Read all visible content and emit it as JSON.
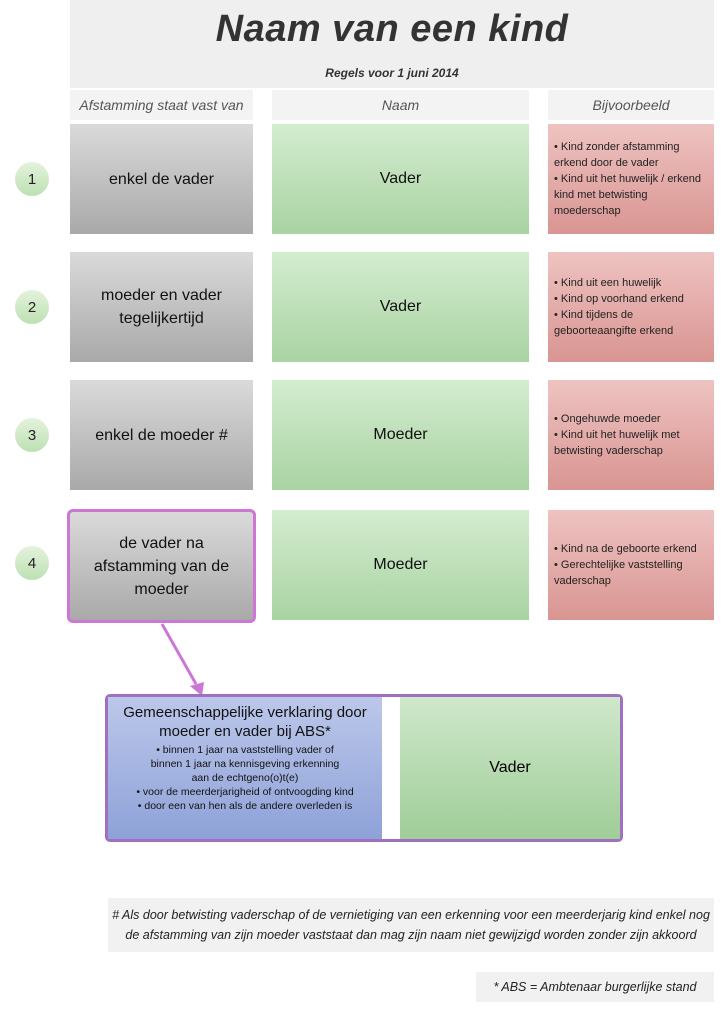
{
  "title": "Naam van een kind",
  "subtitle": "Regels voor 1 juni 2014",
  "columns": [
    "Afstamming staat vast van",
    "Naam",
    "Bijvoorbeeld"
  ],
  "rows": [
    {
      "number": "1",
      "afstamming": "enkel de vader",
      "naam": "Vader",
      "voorbeeld": [
        "Kind zonder afstamming erkend door de vader",
        "Kind uit het huwelijk / erkend kind met betwisting moederschap"
      ]
    },
    {
      "number": "2",
      "afstamming": "moeder en vader tegelijkertijd",
      "naam": "Vader",
      "voorbeeld": [
        "Kind uit een huwelijk",
        "Kind op voorhand erkend",
        "Kind tijdens de geboorteaangifte erkend"
      ]
    },
    {
      "number": "3",
      "afstamming": "enkel de moeder #",
      "naam": "Moeder",
      "voorbeeld": [
        "Ongehuwde moeder",
        "Kind uit het huwelijk met betwisting vaderschap"
      ]
    },
    {
      "number": "4",
      "afstamming": "de vader na afstamming van de moeder",
      "naam": "Moeder",
      "voorbeeld": [
        "Kind na de geboorte erkend",
        "Gerechtelijke vaststelling vaderschap"
      ]
    }
  ],
  "joint": {
    "title": "Gemeenschappelijke verklaring door moeder en vader bij ABS*",
    "items": [
      "• binnen 1 jaar na vaststelling vader of",
      "binnen 1 jaar na kennisgeving erkenning",
      "aan de echtgeno(o)t(e)",
      "• voor de meerderjarigheid of ontvoogding kind",
      "• door een van hen als de andere overleden is"
    ],
    "naam": "Vader"
  },
  "footnote_hash": "# Als door betwisting vaderschap of de vernietiging van een erkenning voor een meerderjarig kind enkel nog de afstamming van zijn moeder vaststaat dan mag zijn naam niet gewijzigd worden zonder zijn akkoord",
  "footnote_abs": "* ABS = Ambtenaar burgerlijke stand",
  "colors": {
    "gray": "#a9a9a9",
    "green": "#a9d3a2",
    "red": "#d99592",
    "highlight": "#cc77d6",
    "blue": "#8ea2d8"
  }
}
